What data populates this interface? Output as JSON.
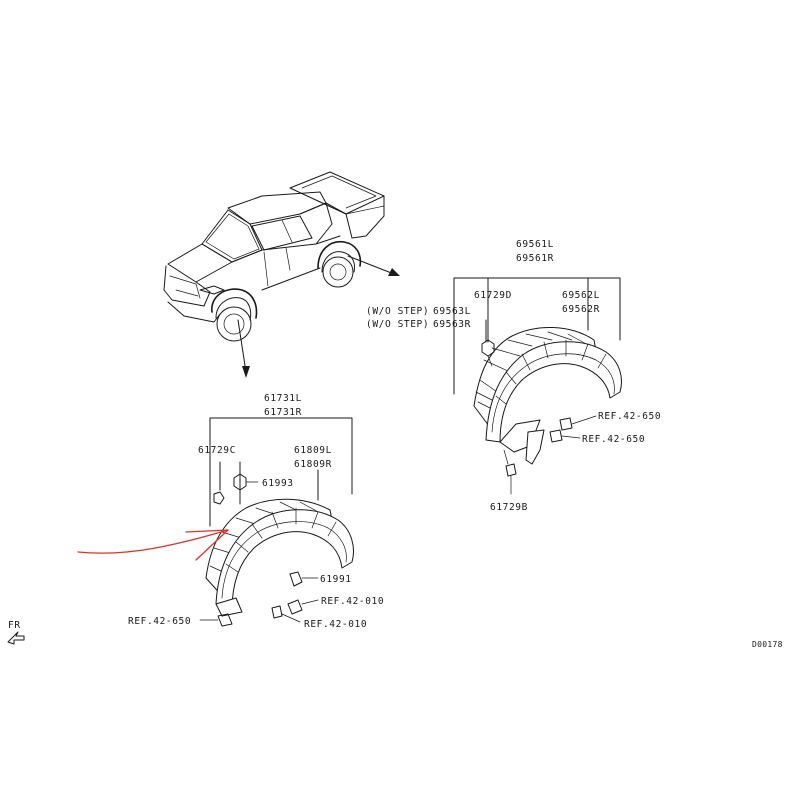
{
  "truck": {},
  "rear_group": {
    "assembly_l": "69561L",
    "assembly_r": "69561R",
    "clip_top": "61729D",
    "wo_step_label_1": "(W/O STEP)",
    "wo_step_part_l": "69563L",
    "wo_step_label_2": "(W/O STEP)",
    "wo_step_part_r": "69563R",
    "flare_l": "69562L",
    "flare_r": "69562R",
    "ref_1": "REF.42-650",
    "ref_2": "REF.42-650",
    "clip_bottom": "61729B"
  },
  "front_group": {
    "assembly_l": "61731L",
    "assembly_r": "61731R",
    "clip": "61729C",
    "flare_l": "61809L",
    "flare_r": "61809R",
    "fastener_top": "61993",
    "fastener_mid": "61991",
    "ref_010_a": "REF.42-010",
    "ref_650": "REF.42-650",
    "ref_010_b": "REF.42-010"
  },
  "fr_mark": "FR",
  "diagram_code": "D00178",
  "annotation": {
    "color": "#d9342b"
  }
}
